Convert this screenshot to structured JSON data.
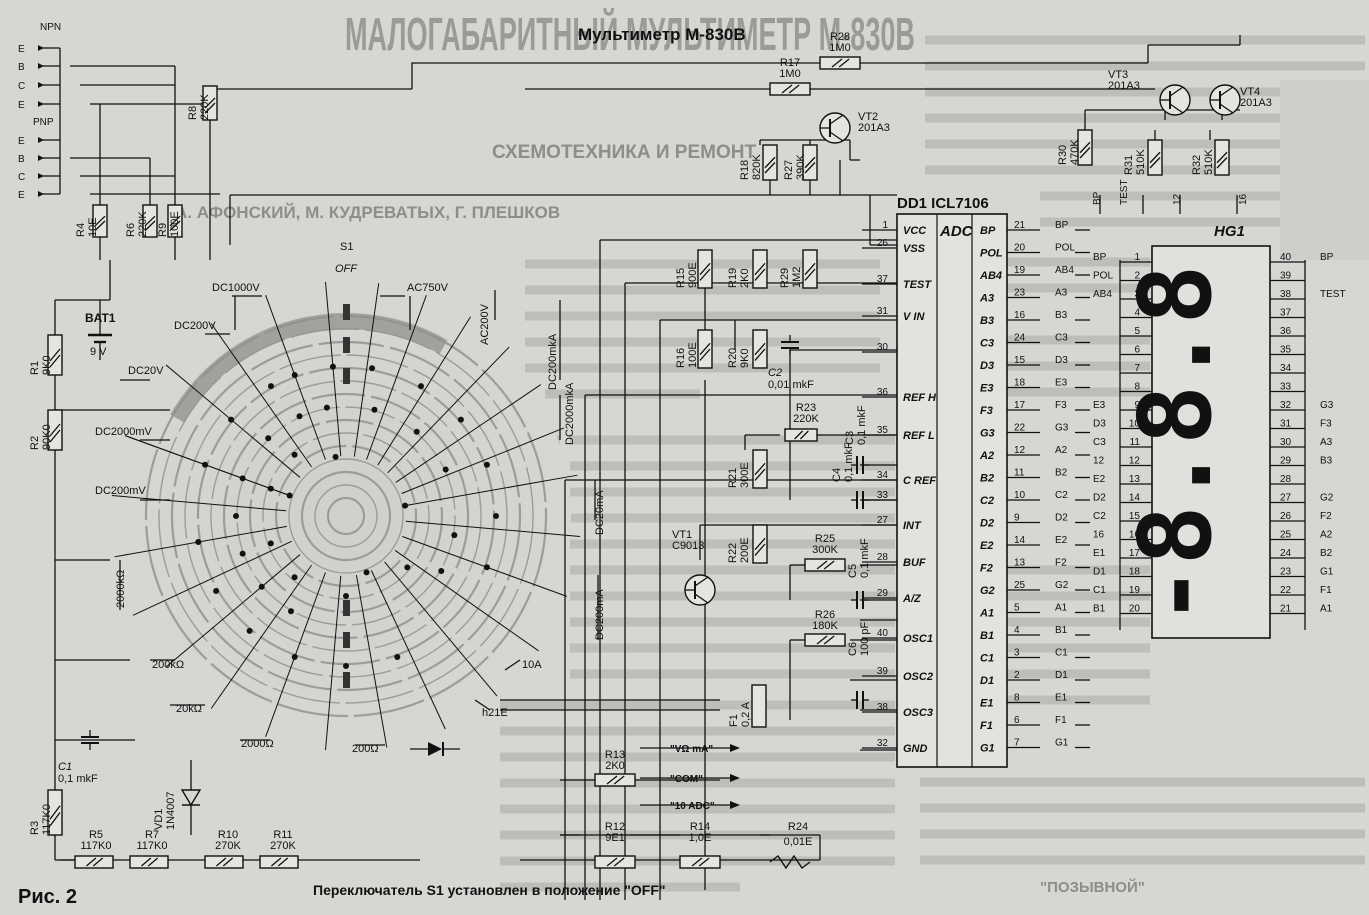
{
  "title": "Мультиметр М-830В",
  "figure_label": "Рис. 2",
  "caption": "Переключатель S1 установлен в положение \"OFF\"",
  "background_text": {
    "heading": "МАЛОГАБАРИТНЫЙ МУЛЬТИМЕТР М-830В",
    "subheading": "СХЕМОТЕХНИКА И РЕМОНТ",
    "authors": "А. АФОНСКИЙ, М. КУДРЕВАТЫХ, Г. ПЛЕШКОВ",
    "footer": "\"ПОЗЫВНОЙ\""
  },
  "transistor_block": {
    "label": "NPN",
    "label2": "PNP",
    "pins": [
      "E",
      "B",
      "C",
      "E",
      "E",
      "B",
      "C",
      "E"
    ]
  },
  "resistors": [
    {
      "ref": "R28",
      "value": "1M0"
    },
    {
      "ref": "R17",
      "value": "1M0"
    },
    {
      "ref": "R8",
      "value": "220K"
    },
    {
      "ref": "R4",
      "value": "10E"
    },
    {
      "ref": "R6",
      "value": "220K"
    },
    {
      "ref": "R9",
      "value": "100E"
    },
    {
      "ref": "R18",
      "value": "820K"
    },
    {
      "ref": "R27",
      "value": "390K"
    },
    {
      "ref": "R30",
      "value": "470K"
    },
    {
      "ref": "R31",
      "value": "510K"
    },
    {
      "ref": "R32",
      "value": "510K"
    },
    {
      "ref": "R15",
      "value": "900E"
    },
    {
      "ref": "R19",
      "value": "2K0"
    },
    {
      "ref": "R29",
      "value": "1M2"
    },
    {
      "ref": "R16",
      "value": "100E"
    },
    {
      "ref": "R20",
      "value": "9K0"
    },
    {
      "ref": "R23",
      "value": "220K"
    },
    {
      "ref": "R21",
      "value": "300E"
    },
    {
      "ref": "R22",
      "value": "200E"
    },
    {
      "ref": "R25",
      "value": "300K"
    },
    {
      "ref": "R26",
      "value": "180K"
    },
    {
      "ref": "R1",
      "value": "9K0"
    },
    {
      "ref": "R2",
      "value": "90K0"
    },
    {
      "ref": "R3",
      "value": "117K0"
    },
    {
      "ref": "R5",
      "value": "117K0"
    },
    {
      "ref": "R7",
      "value": "117K0"
    },
    {
      "ref": "R10",
      "value": "270K"
    },
    {
      "ref": "R11",
      "value": "270K"
    },
    {
      "ref": "R13",
      "value": "2K0"
    },
    {
      "ref": "R12",
      "value": "9E1"
    },
    {
      "ref": "R14",
      "value": "1,0E"
    },
    {
      "ref": "R24",
      "value": "0,01E"
    }
  ],
  "transistors": [
    {
      "ref": "VT2",
      "type": "201A3"
    },
    {
      "ref": "VT3",
      "type": "201A3"
    },
    {
      "ref": "VT4",
      "type": "201A3"
    },
    {
      "ref": "VT1",
      "type": "C9013"
    }
  ],
  "capacitors": [
    {
      "ref": "C2",
      "value": "0,01 mkF"
    },
    {
      "ref": "C3",
      "value": "0,1 mkF"
    },
    {
      "ref": "C4",
      "value": "0,1 mkF"
    },
    {
      "ref": "C5",
      "value": "0,1 mkF"
    },
    {
      "ref": "C6",
      "value": "100 pF"
    },
    {
      "ref": "C1",
      "value": "0,1 mkF"
    }
  ],
  "misc_parts": [
    {
      "ref": "BAT1",
      "value": "9 V"
    },
    {
      "ref": "F1",
      "value": "0,2 A"
    },
    {
      "ref": "VD1",
      "value": "1N4007"
    },
    {
      "ref": "S1",
      "value": "OFF"
    }
  ],
  "switch_ranges": [
    "DC1000V",
    "AC750V",
    "DC200V",
    "AC200V",
    "DC200mkA",
    "DC20V",
    "DC2000mkA",
    "DC2000mV",
    "DC200mV",
    "DC20mA",
    "DC200mA",
    "2000kΩ",
    "200kΩ",
    "20kΩ",
    "2000Ω",
    "200Ω",
    "10A",
    "h21E"
  ],
  "terminals": [
    "\"VΩ mA\"",
    "\"COM\"",
    "\"10 ADC\""
  ],
  "adc": {
    "ref": "DD1 ICL7106",
    "brand": "ADC",
    "left_pins": [
      {
        "name": "VCC",
        "num": "1"
      },
      {
        "name": "VSS",
        "num": "26"
      },
      {
        "name": "TEST",
        "num": "37"
      },
      {
        "name": "V IN",
        "num": "31"
      },
      {
        "name": "",
        "num": "30"
      },
      {
        "name": "REF H",
        "num": "36"
      },
      {
        "name": "REF L",
        "num": "35"
      },
      {
        "name": "C REF",
        "num": "34"
      },
      {
        "name": "",
        "num": "33"
      },
      {
        "name": "INT",
        "num": "27"
      },
      {
        "name": "BUF",
        "num": "28"
      },
      {
        "name": "A/Z",
        "num": "29"
      },
      {
        "name": "OSC1",
        "num": "40"
      },
      {
        "name": "OSC2",
        "num": "39"
      },
      {
        "name": "OSC3",
        "num": "38"
      },
      {
        "name": "GND",
        "num": "32"
      }
    ],
    "right_pins": [
      {
        "name": "BP",
        "num": "21"
      },
      {
        "name": "POL",
        "num": "20"
      },
      {
        "name": "AB4",
        "num": "19"
      },
      {
        "name": "A3",
        "num": "23"
      },
      {
        "name": "B3",
        "num": "16"
      },
      {
        "name": "C3",
        "num": "24"
      },
      {
        "name": "D3",
        "num": "15"
      },
      {
        "name": "E3",
        "num": "18"
      },
      {
        "name": "F3",
        "num": "17"
      },
      {
        "name": "G3",
        "num": "22"
      },
      {
        "name": "A2",
        "num": "12"
      },
      {
        "name": "B2",
        "num": "11"
      },
      {
        "name": "C2",
        "num": "10"
      },
      {
        "name": "D2",
        "num": "9"
      },
      {
        "name": "E2",
        "num": "14"
      },
      {
        "name": "F2",
        "num": "13"
      },
      {
        "name": "G2",
        "num": "25"
      },
      {
        "name": "A1",
        "num": "5"
      },
      {
        "name": "B1",
        "num": "4"
      },
      {
        "name": "C1",
        "num": "3"
      },
      {
        "name": "D1",
        "num": "2"
      },
      {
        "name": "E1",
        "num": "8"
      },
      {
        "name": "F1",
        "num": "6"
      },
      {
        "name": "G1",
        "num": "7"
      }
    ]
  },
  "display": {
    "ref": "HG1",
    "digits": "-8.8.8",
    "top_labels": [
      "BP",
      "TEST",
      "12",
      "16"
    ],
    "left_side": [
      {
        "sig": "BP",
        "pin": "1"
      },
      {
        "sig": "POL",
        "pin": "2"
      },
      {
        "sig": "AB4",
        "pin": "3"
      },
      {
        "sig": "",
        "pin": "4"
      },
      {
        "sig": "",
        "pin": "5"
      },
      {
        "sig": "",
        "pin": "6"
      },
      {
        "sig": "",
        "pin": "7"
      },
      {
        "sig": "",
        "pin": "8"
      },
      {
        "sig": "E3",
        "pin": "9"
      },
      {
        "sig": "D3",
        "pin": "10"
      },
      {
        "sig": "C3",
        "pin": "11"
      },
      {
        "sig": "12",
        "pin": "12"
      },
      {
        "sig": "E2",
        "pin": "13"
      },
      {
        "sig": "D2",
        "pin": "14"
      },
      {
        "sig": "C2",
        "pin": "15"
      },
      {
        "sig": "16",
        "pin": "16"
      },
      {
        "sig": "E1",
        "pin": "17"
      },
      {
        "sig": "D1",
        "pin": "18"
      },
      {
        "sig": "C1",
        "pin": "19"
      },
      {
        "sig": "B1",
        "pin": "20"
      }
    ],
    "right_side": [
      {
        "sig": "BP",
        "pin": "40"
      },
      {
        "sig": "",
        "pin": "39"
      },
      {
        "sig": "TEST",
        "pin": "38"
      },
      {
        "sig": "",
        "pin": "37"
      },
      {
        "sig": "",
        "pin": "36"
      },
      {
        "sig": "",
        "pin": "35"
      },
      {
        "sig": "",
        "pin": "34"
      },
      {
        "sig": "",
        "pin": "33"
      },
      {
        "sig": "G3",
        "pin": "32"
      },
      {
        "sig": "F3",
        "pin": "31"
      },
      {
        "sig": "A3",
        "pin": "30"
      },
      {
        "sig": "B3",
        "pin": "29"
      },
      {
        "sig": "",
        "pin": "28"
      },
      {
        "sig": "G2",
        "pin": "27"
      },
      {
        "sig": "F2",
        "pin": "26"
      },
      {
        "sig": "A2",
        "pin": "25"
      },
      {
        "sig": "B2",
        "pin": "24"
      },
      {
        "sig": "G1",
        "pin": "23"
      },
      {
        "sig": "F1",
        "pin": "22"
      },
      {
        "sig": "A1",
        "pin": "21"
      }
    ],
    "adc_side_signals": [
      "BP",
      "POL",
      "AB4",
      "A3",
      "B3",
      "C3",
      "D3",
      "E3",
      "F3",
      "G3",
      "A2",
      "B2",
      "C2",
      "D2",
      "E2",
      "F2",
      "G2",
      "A1",
      "B1",
      "C1",
      "D1",
      "E1",
      "F1",
      "G1"
    ]
  }
}
